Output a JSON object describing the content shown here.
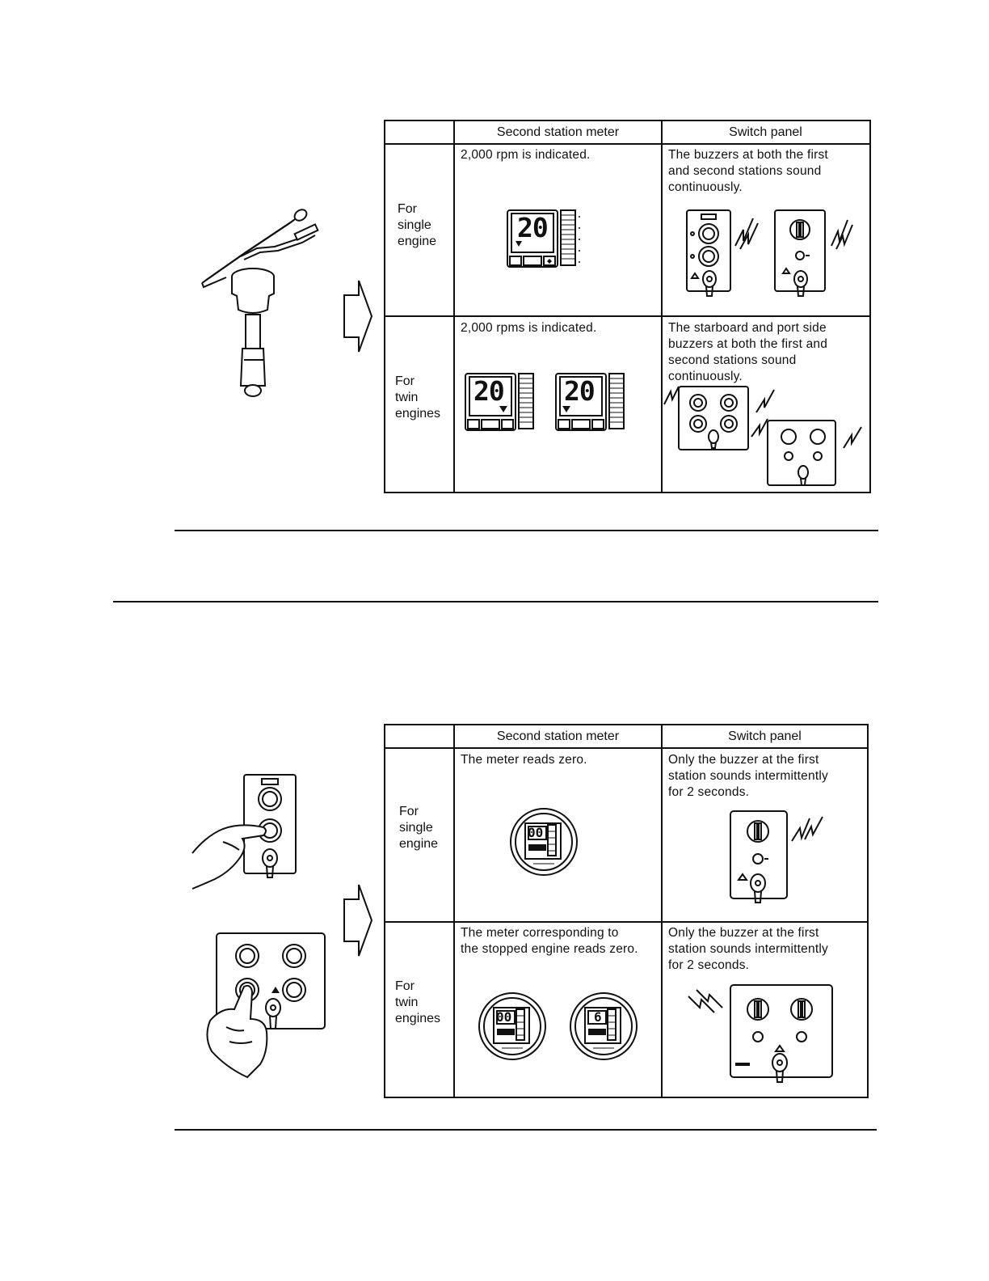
{
  "table1": {
    "header_meter": "Second station meter",
    "header_panel": "Switch panel",
    "row1_label": "For\nsingle\nengine",
    "row1_meter_text": "2,000 rpm is indicated.",
    "row1_panel_text": "The buzzers at both the first\nand second stations sound\ncontinuously.",
    "row2_label": "For\ntwin\nengines",
    "row2_meter_text": "2,000 rpms is indicated.",
    "row2_panel_text": "The starboard and port side\nbuzzers at both the first and\nsecond stations sound\ncontinuously.",
    "display_value": "20"
  },
  "table2": {
    "header_meter": "Second station meter",
    "header_panel": "Switch panel",
    "row1_label": "For\nsingle\nengine",
    "row1_meter_text": "The meter reads zero.",
    "row1_panel_text": "Only the buzzer at the first\nstation sounds intermittently\nfor 2 seconds.",
    "row2_label": "For\ntwin\nengines",
    "row2_meter_text": "The meter corresponding to\nthe stopped engine reads zero.",
    "row2_panel_text": "Only the buzzer at the first\nstation sounds intermittently\nfor 2 seconds.",
    "display_zero": "00",
    "display_running": "6"
  }
}
